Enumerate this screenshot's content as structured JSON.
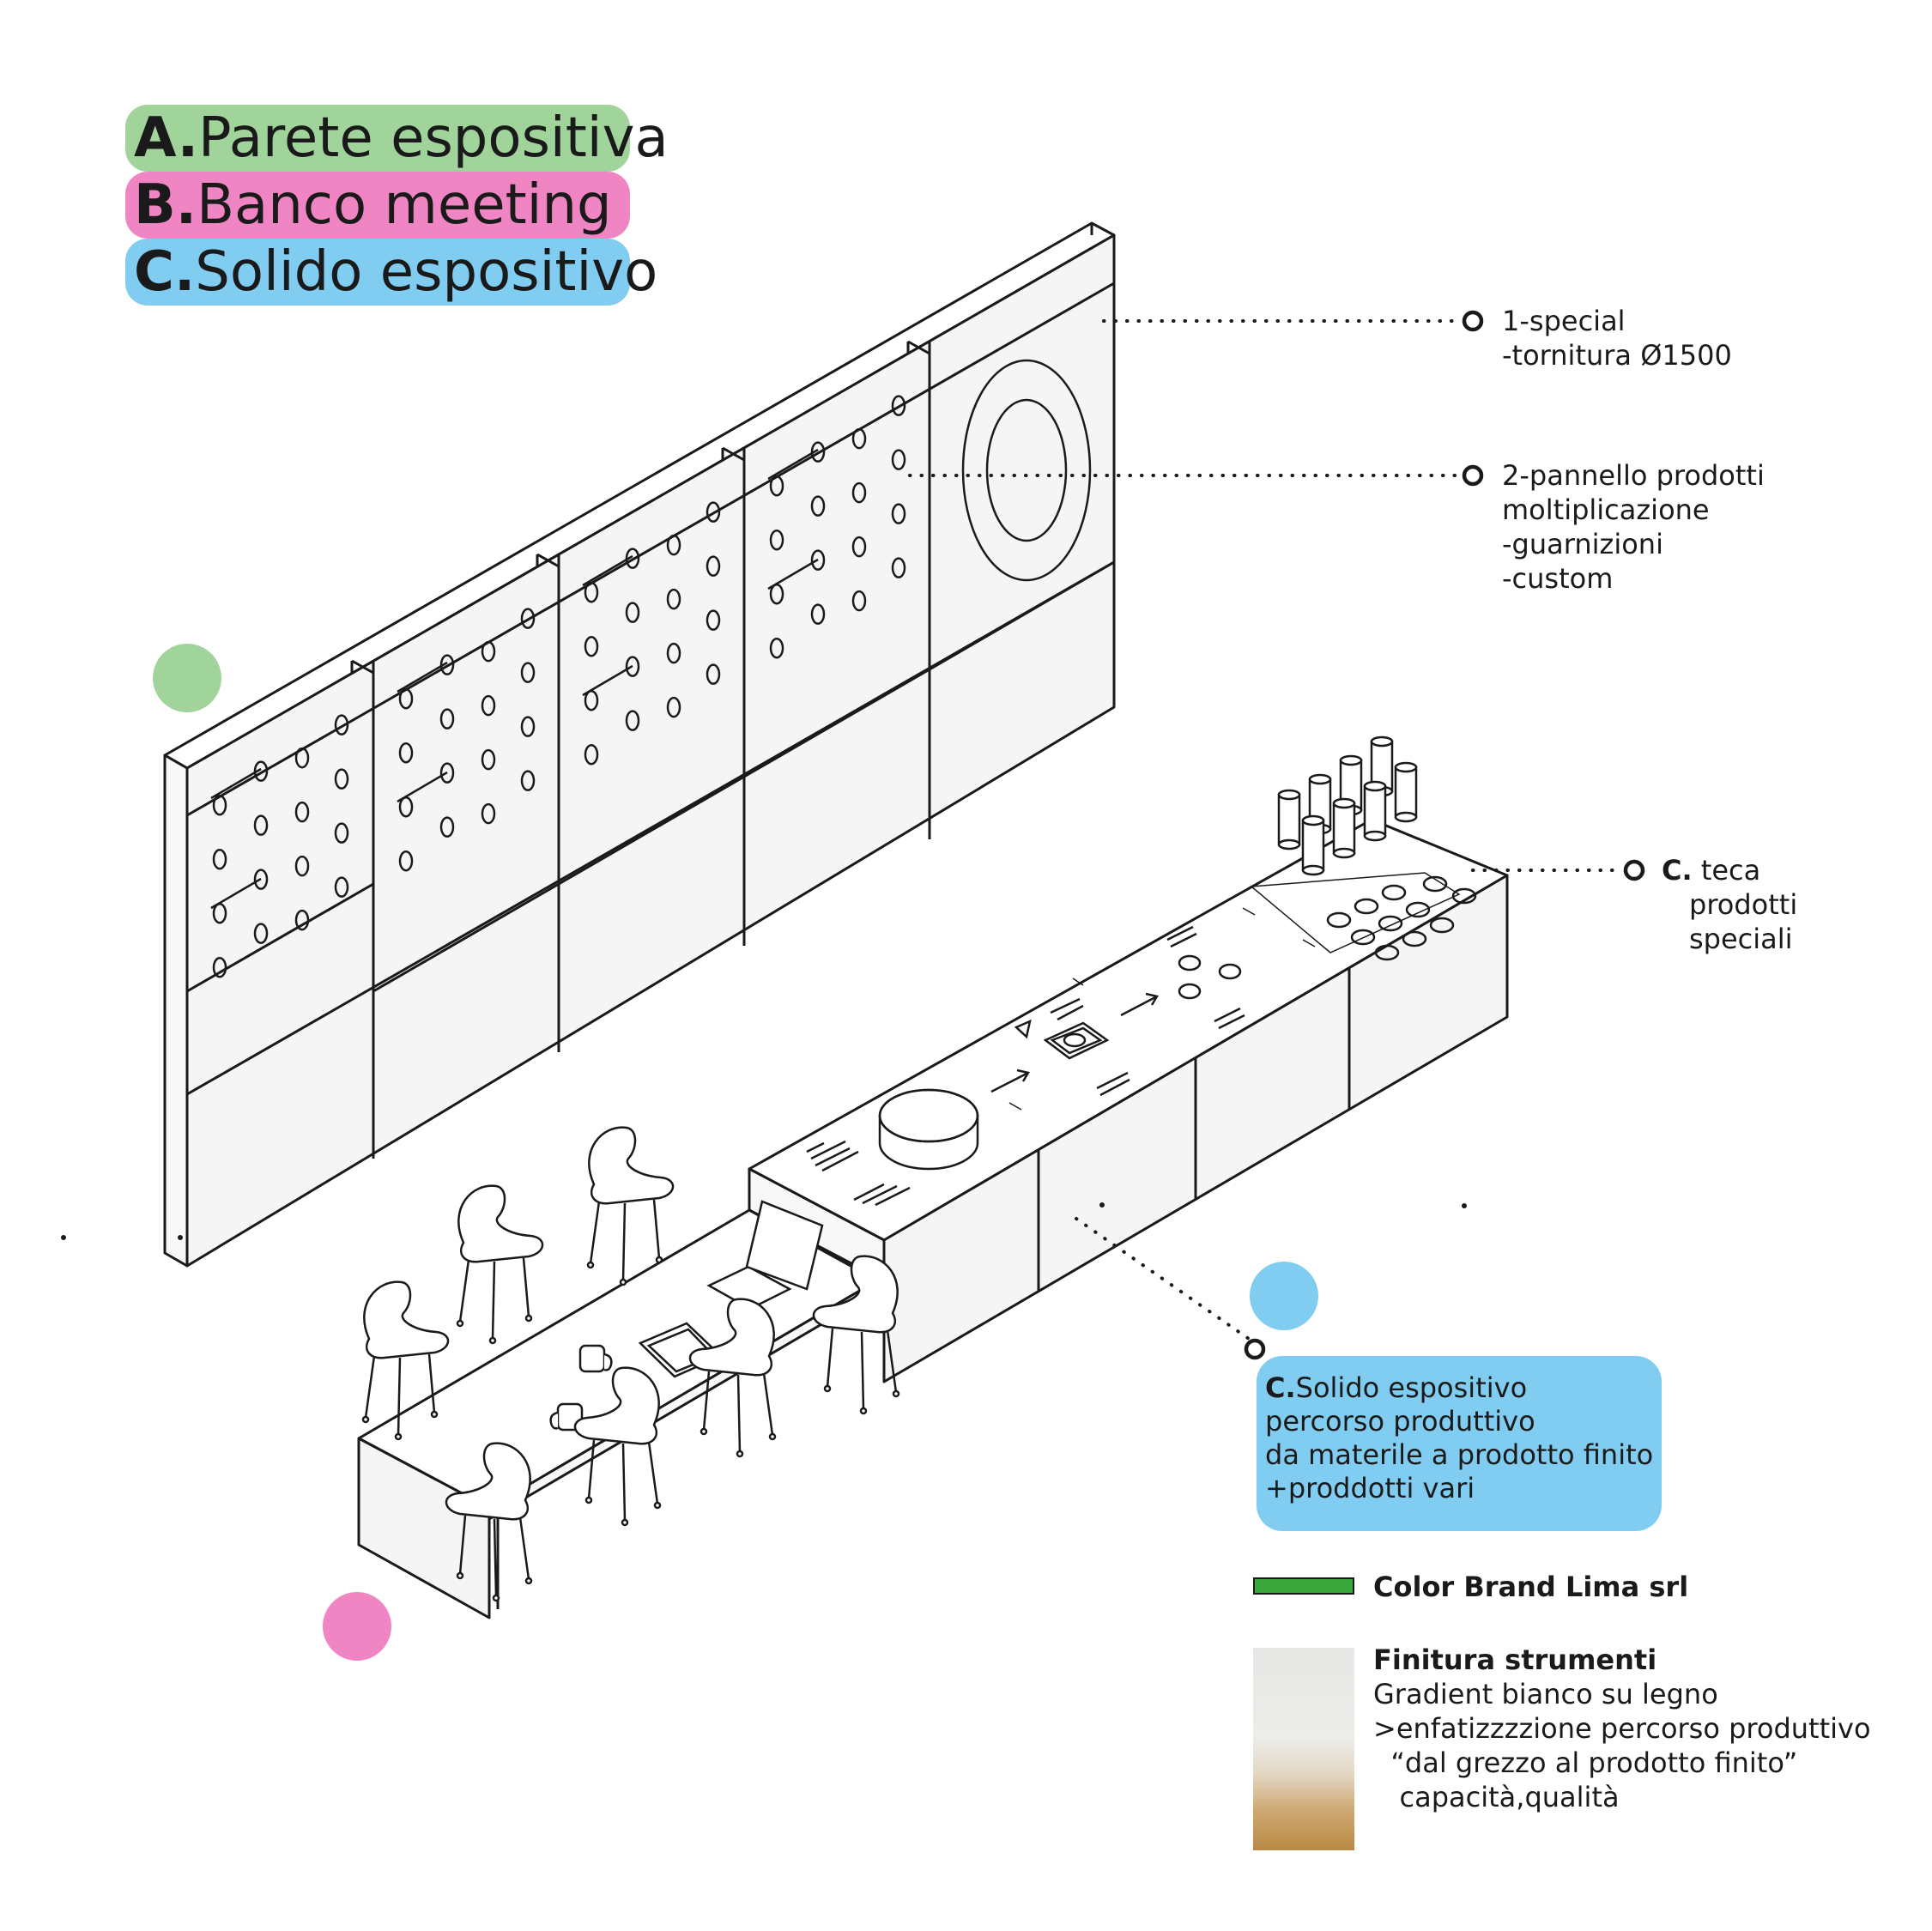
{
  "colors": {
    "green": "#a1d49a",
    "pink": "#f085c4",
    "blue": "#80cdf1",
    "brand": "#3aa83c",
    "line": "#1a1a1a",
    "panel_fill": "#f5f5f5"
  },
  "legend": [
    {
      "letter": "A.",
      "text": "Parete espositiva"
    },
    {
      "letter": "B.",
      "text": "Banco meeting"
    },
    {
      "letter": "C.",
      "text": "Solido espositivo"
    }
  ],
  "callouts": {
    "special": [
      "1-special",
      "-tornitura Ø1500"
    ],
    "pannello": [
      "2-pannello prodotti",
      "moltiplicazione",
      "-guarnizioni",
      "-custom"
    ],
    "teca": {
      "letter": "C.",
      "lines": [
        "teca",
        "prodotti",
        "speciali"
      ]
    }
  },
  "solido_box": {
    "letter": "C.",
    "lines": [
      "Solido espositivo",
      "percorso produttivo",
      "da materile a prodotto finito",
      "+proddotti vari"
    ]
  },
  "materials": {
    "brand_label": "Color Brand Lima srl",
    "finish_title": "Finitura strumenti",
    "finish_lines": [
      "Gradient bianco su legno",
      ">enfatizzzzione percorso produttivo",
      "  “dal grezzo al prodotto finito”",
      "   capacità,qualità"
    ]
  }
}
